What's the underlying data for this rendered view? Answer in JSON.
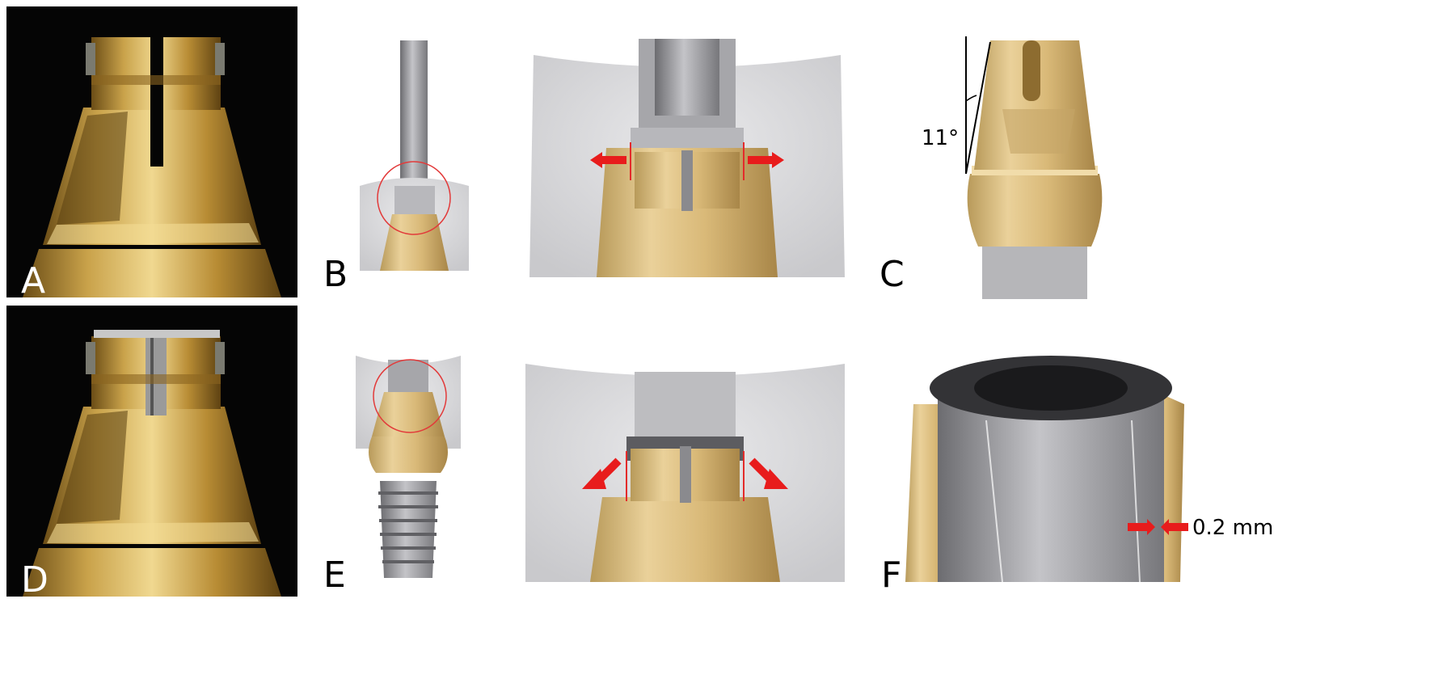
{
  "panels": {
    "a": {
      "label": "A"
    },
    "b": {
      "label": "B"
    },
    "c": {
      "label": "C",
      "angle_label": "11°"
    },
    "d": {
      "label": "D"
    },
    "e": {
      "label": "E"
    },
    "f": {
      "label": "F",
      "gap_label": "0.2 mm"
    }
  },
  "colors": {
    "gold": "#c9a24a",
    "gold_light": "#e8cd84",
    "gold_dark": "#7a5a1c",
    "gum_gray": "#d7d7d9",
    "steel_gray": "#8e8e92",
    "arrow_red": "#e81c1c",
    "photo_bg": "#050505"
  }
}
